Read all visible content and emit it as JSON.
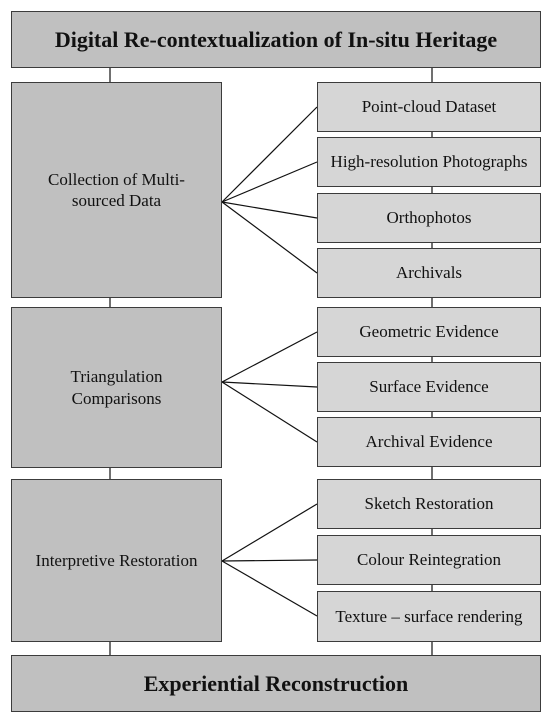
{
  "title": "Digital Re-contextualization of In-situ Heritage",
  "footer": "Experiential Reconstruction",
  "stages": [
    {
      "label": "Collection of Multi-sourced Data",
      "items": [
        "Point-cloud Dataset",
        "High-resolution Photographs",
        "Orthophotos",
        "Archivals"
      ]
    },
    {
      "label": "Triangulation Comparisons",
      "items": [
        "Geometric Evidence",
        "Surface Evidence",
        "Archival Evidence"
      ]
    },
    {
      "label": "Interpretive Restoration",
      "items": [
        "Sketch Restoration",
        "Colour Reintegration",
        "Texture – surface rendering"
      ]
    }
  ]
}
